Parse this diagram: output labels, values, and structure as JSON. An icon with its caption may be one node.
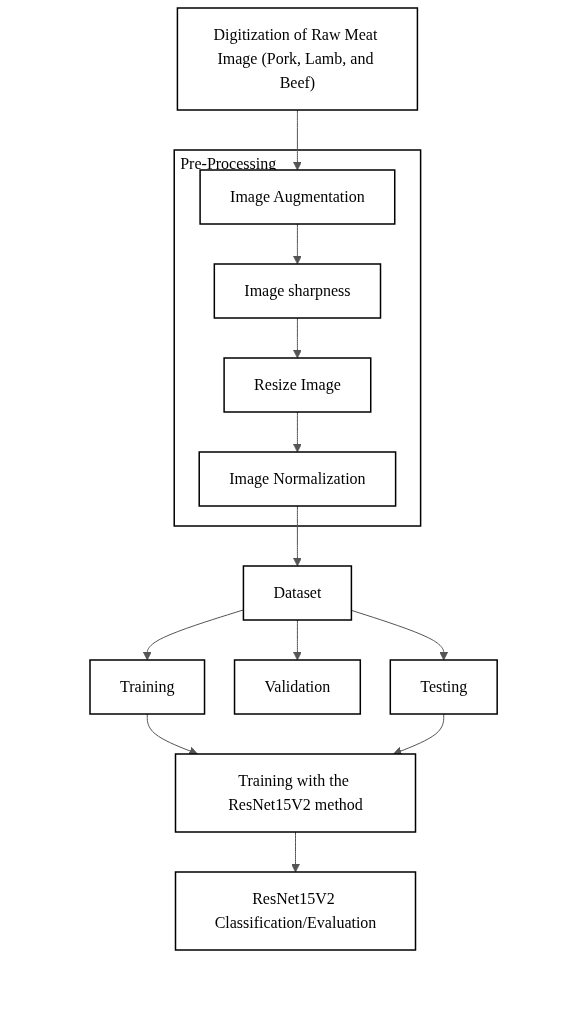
{
  "diagram": {
    "nodes": [
      {
        "text": [
          "Digitization of Raw Meat Image (Pork, Lamb, and Beef)"
        ]
      },
      {
        "text": [
          "Pre-Processing"
        ]
      },
      {
        "text": [
          "Image Augmentation"
        ],
        "in": 1
      },
      {
        "text": [
          "Image sharpness"
        ],
        "in": 1
      },
      {
        "text": [
          "Resize Image"
        ],
        "in": 1
      },
      {
        "text": [
          "Image Normalization"
        ],
        "in": 1
      },
      {
        "text": [
          "Dataset"
        ]
      },
      {
        "text": [
          "Training"
        ]
      },
      {
        "text": [
          "Validation"
        ]
      },
      {
        "text": [
          "Testing"
        ]
      },
      {
        "text": [
          "Training with the ResNet15V2 method"
        ]
      },
      {
        "text": [
          "ResNet15V2 Classification/Evaluation"
        ]
      }
    ],
    "edges": [
      {
        "from": 0,
        "to": 2,
        "arrow": "to"
      },
      {
        "from": 2,
        "to": 3,
        "arrow": "to"
      },
      {
        "from": 3,
        "to": 4,
        "arrow": "to"
      },
      {
        "from": 4,
        "to": 5,
        "arrow": "to"
      },
      {
        "from": 5,
        "to": 6,
        "arrow": "to"
      },
      {
        "from": 6,
        "to": 7,
        "arrow": "to"
      },
      {
        "from": 6,
        "to": 8,
        "arrow": "to"
      },
      {
        "from": 6,
        "to": 9,
        "arrow": "to"
      },
      {
        "from": 7,
        "to": 10,
        "arrow": "to"
      },
      {
        "from": 9,
        "to": 10,
        "arrow": "to"
      },
      {
        "from": 10,
        "to": 11,
        "arrow": "to"
      }
    ]
  }
}
